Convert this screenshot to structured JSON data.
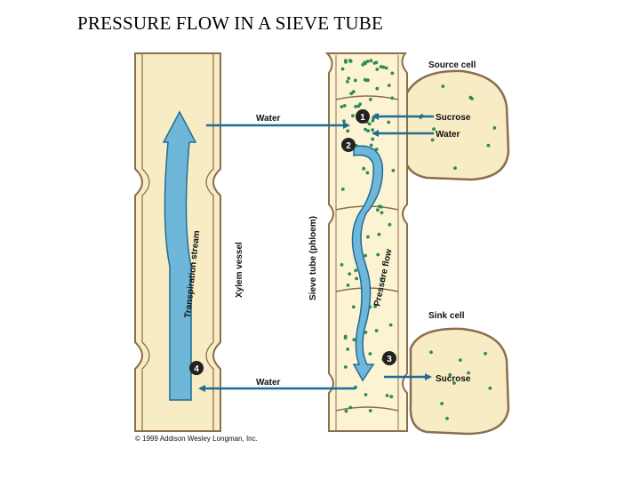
{
  "title": "PRESSURE FLOW IN A SIEVE TUBE",
  "labels": {
    "source_cell": "Source cell",
    "sink_cell": "Sink cell",
    "water_top": "Water",
    "water_bottom": "Water",
    "sucrose_in": "Sucrose",
    "water_in": "Water",
    "sucrose_out": "Sucrose",
    "xylem_vessel": "Xylem vessel",
    "transpiration_stream": "Transpiration stream",
    "sieve_tube": "Sieve tube (phloem)",
    "pressure_flow": "Pressure flow"
  },
  "steps": [
    "1",
    "2",
    "3",
    "4"
  ],
  "copyright": "© 1999 Addison Wesley Longman, Inc.",
  "colors": {
    "cell_fill": "#f7ecc3",
    "phloem_fill": "#fbf3d2",
    "cell_outline": "#8b6e4e",
    "xylem_stream": "#6fb7d9",
    "arrow": "#1f6d96",
    "particle": "#2e8b57"
  }
}
